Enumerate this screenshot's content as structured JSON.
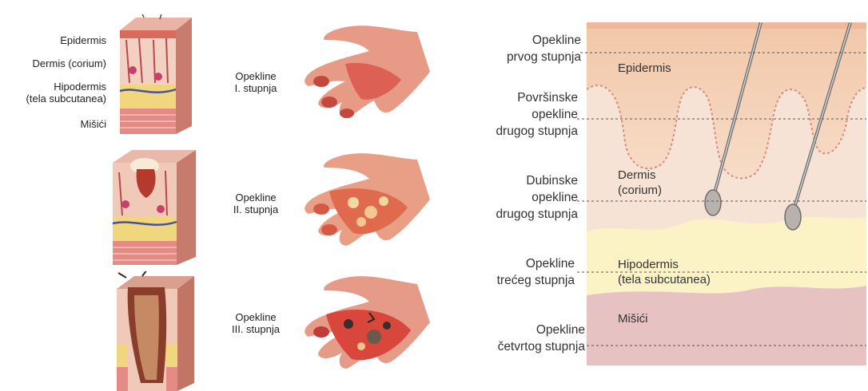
{
  "left_panel": {
    "layer_labels": [
      "Epidermis",
      "Dermis (corium)",
      "Hipodermis",
      "(tela subcutanea)",
      "Mišići"
    ],
    "burns": [
      {
        "title": "Opekline",
        "degree": "I. stupnja"
      },
      {
        "title": "Opekline",
        "degree": "II. stupnja"
      },
      {
        "title": "Opekline",
        "degree": "III. stupnja"
      }
    ]
  },
  "right_panel": {
    "degree_labels": [
      [
        "Opekline",
        "prvog stupnja"
      ],
      [
        "Površinske",
        "opekline",
        "drugog stupnja"
      ],
      [
        "Dubinske",
        "opekline",
        "drugog stupnja"
      ],
      [
        "Opekline",
        "trećeg stupnja"
      ],
      [
        "Opekline",
        "četvrtog stupnja"
      ]
    ],
    "layers": {
      "epidermis": "Epidermis",
      "dermis": [
        "Dermis",
        "(corium)"
      ],
      "hypodermis": [
        "Hipodermis",
        "(tela subcutanea)"
      ],
      "muscle": "Mišići"
    }
  }
}
